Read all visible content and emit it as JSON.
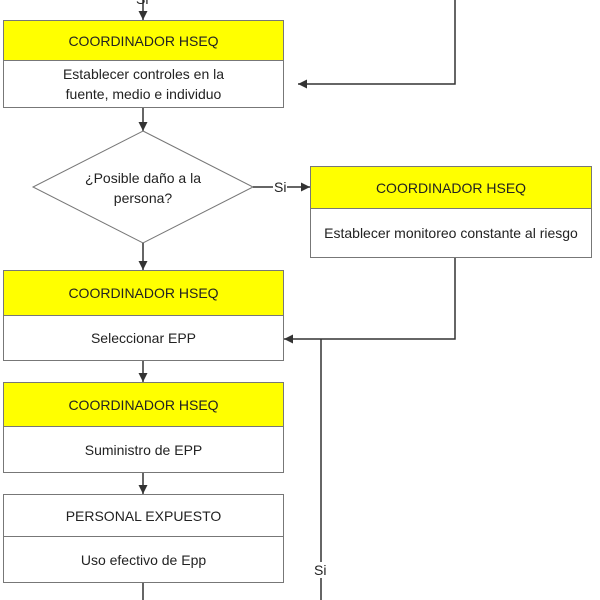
{
  "colors": {
    "header_fill": "#ffff00",
    "border": "#777777",
    "line": "#333333"
  },
  "top_label": "Si",
  "blocks": [
    {
      "role": "COORDINADOR HSEQ",
      "task": "Establecer controles en la fuente, medio e individuo"
    },
    {
      "role": "COORDINADOR HSEQ",
      "task": "Establecer monitoreo constante al riesgo"
    },
    {
      "role": "COORDINADOR HSEQ",
      "task": "Seleccionar EPP"
    },
    {
      "role": "COORDINADOR HSEQ",
      "task": "Suministro de EPP"
    },
    {
      "role": "PERSONAL EXPUESTO",
      "task": "Uso efectivo de Epp"
    }
  ],
  "decision": {
    "question": "¿Posible daño a la persona?",
    "yes_label": "Si"
  },
  "loop_label": "Si"
}
